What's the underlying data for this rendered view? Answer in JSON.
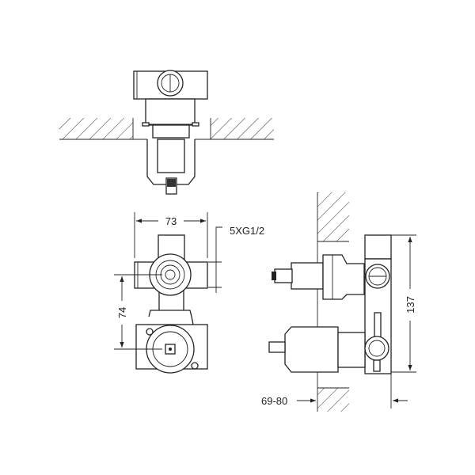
{
  "dimensions": {
    "width": "73",
    "outlet_spec": "5XG1/2",
    "center_spacing": "74",
    "height": "137",
    "depth": "69-80"
  },
  "colors": {
    "line": "#222222",
    "background": "#ffffff"
  }
}
